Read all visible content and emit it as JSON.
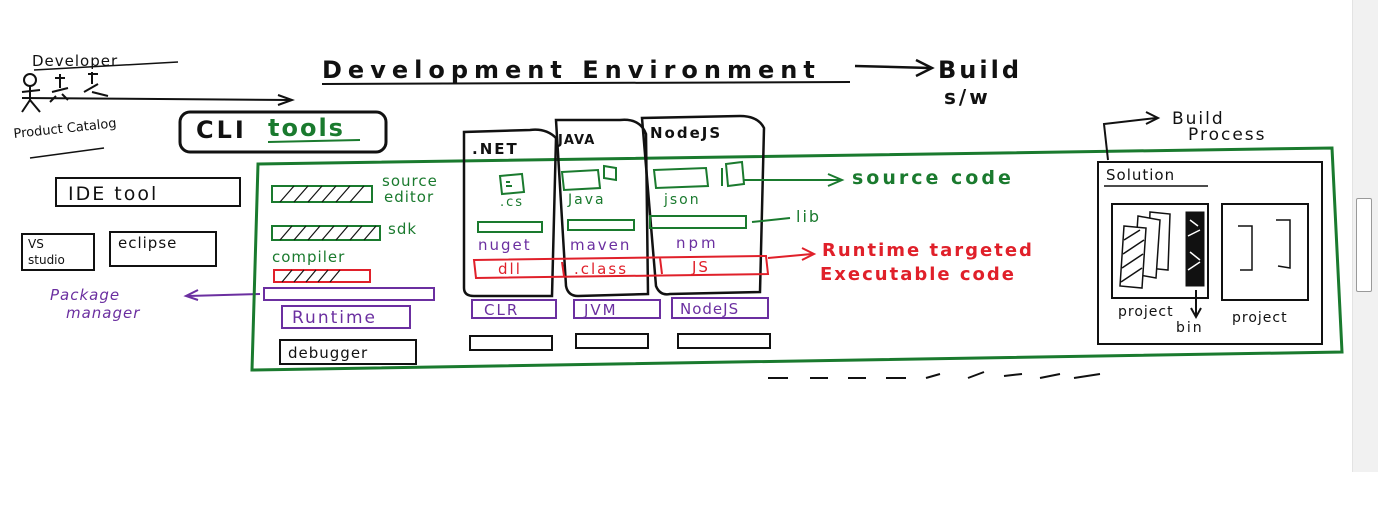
{
  "colors": {
    "ink": "#111111",
    "green": "#1a7a2e",
    "red": "#e0202a",
    "purple": "#6b2fa0"
  },
  "developer": {
    "label": "Developer",
    "product_catalog": "Product Catalog"
  },
  "title": {
    "main": "Development Environment",
    "build": "Build",
    "sw": "s/w"
  },
  "cli_tools": {
    "cli": "CLI",
    "tools": "tools"
  },
  "left": {
    "ide_tool": "IDE tool",
    "vs_studio_1": "VS",
    "vs_studio_2": "studio",
    "eclipse": "eclipse",
    "package_manager_1": "Package",
    "package_manager_2": "manager"
  },
  "green_panel": {
    "source_editor_1": "source",
    "source_editor_2": "editor",
    "sdk": "sdk",
    "compiler": "compiler",
    "runtime": "Runtime",
    "debugger": "debugger"
  },
  "platforms": {
    "net": {
      "name": ".NET",
      "file": ".cs",
      "pkg": "nuget",
      "output": "dll",
      "runtime": "CLR"
    },
    "java": {
      "name": "JAVA",
      "file": "Java",
      "pkg": "maven",
      "output": ".class",
      "runtime": "JVM"
    },
    "node": {
      "name": "NodeJS",
      "file": "json",
      "pkg": "npm",
      "output": "JS",
      "runtime": "NodeJS"
    }
  },
  "annotations": {
    "source_code": "source code",
    "lib": "lib",
    "runtime_targeted_1": "Runtime targeted",
    "runtime_targeted_2": "Executable code"
  },
  "build_process": {
    "label_1": "Build",
    "label_2": "Process",
    "solution": "Solution",
    "project_1": "project",
    "bin": "bin",
    "project_2": "project"
  }
}
